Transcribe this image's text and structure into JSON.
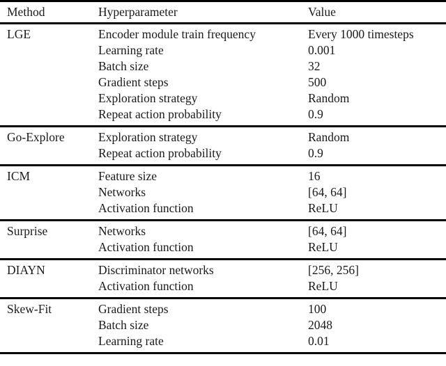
{
  "table": {
    "headers": [
      "Method",
      "Hyperparameter",
      "Value"
    ],
    "sections": [
      {
        "method": "LGE",
        "rows": [
          {
            "hyperparameter": "Encoder module train frequency",
            "value": "Every 1000 timesteps"
          },
          {
            "hyperparameter": "Learning rate",
            "value": "0.001"
          },
          {
            "hyperparameter": "Batch size",
            "value": "32"
          },
          {
            "hyperparameter": "Gradient steps",
            "value": "500"
          },
          {
            "hyperparameter": "Exploration strategy",
            "value": "Random"
          },
          {
            "hyperparameter": "Repeat action probability",
            "value": "0.9"
          }
        ]
      },
      {
        "method": "Go-Explore",
        "rows": [
          {
            "hyperparameter": "Exploration strategy",
            "value": "Random"
          },
          {
            "hyperparameter": "Repeat action probability",
            "value": "0.9"
          }
        ]
      },
      {
        "method": "ICM",
        "rows": [
          {
            "hyperparameter": "Feature size",
            "value": "16"
          },
          {
            "hyperparameter": "Networks",
            "value": "[64, 64]"
          },
          {
            "hyperparameter": "Activation function",
            "value": "ReLU"
          }
        ]
      },
      {
        "method": "Surprise",
        "rows": [
          {
            "hyperparameter": "Networks",
            "value": "[64, 64]"
          },
          {
            "hyperparameter": "Activation function",
            "value": "ReLU"
          }
        ]
      },
      {
        "method": "DIAYN",
        "rows": [
          {
            "hyperparameter": "Discriminator networks",
            "value": "[256, 256]"
          },
          {
            "hyperparameter": "Activation function",
            "value": "ReLU"
          }
        ]
      },
      {
        "method": "Skew-Fit",
        "rows": [
          {
            "hyperparameter": "Gradient steps",
            "value": "100"
          },
          {
            "hyperparameter": "Batch size",
            "value": "2048"
          },
          {
            "hyperparameter": "Learning rate",
            "value": "0.01"
          }
        ]
      }
    ],
    "colors": {
      "text": "#1b1b1b",
      "rule": "#000000",
      "background": "#ffffff"
    }
  }
}
